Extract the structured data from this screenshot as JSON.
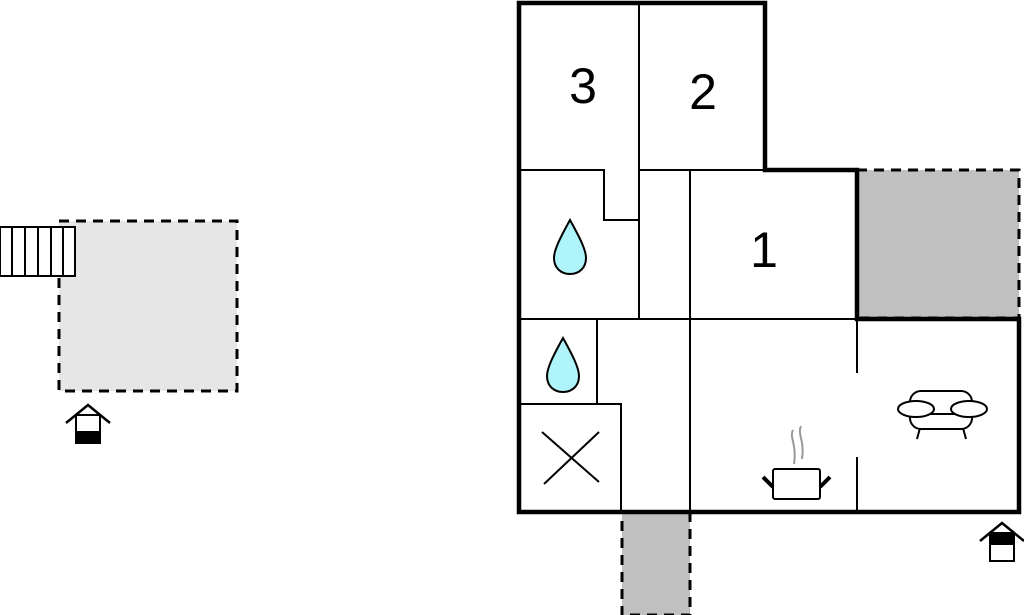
{
  "title": "Floor plan",
  "rooms": [
    {
      "id": "bedroom-3",
      "label": "3"
    },
    {
      "id": "bedroom-2",
      "label": "2"
    },
    {
      "id": "bedroom-1",
      "label": "1"
    }
  ],
  "icons": [
    "bathroom-drop-icon",
    "bathroom-drop-icon",
    "technical-room-x-icon",
    "kitchen-pot-icon",
    "living-sofa-icon",
    "entrance-icon",
    "entrance-icon",
    "stairs-icon"
  ],
  "colors": {
    "wall": "#000000",
    "terrace": "#c0c0c0",
    "outdoor-area": "#e6e6e6",
    "water": "#aef4fa"
  }
}
